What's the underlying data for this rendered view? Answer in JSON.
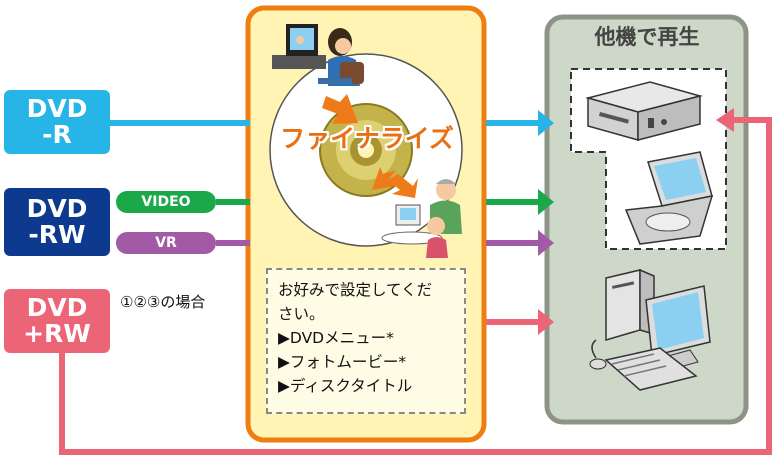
{
  "badges": {
    "dvd_r": {
      "line1": "DVD",
      "line2": "-R"
    },
    "dvd_rw": {
      "line1": "DVD",
      "line2": "-RW"
    },
    "dvd_plus_rw": {
      "line1": "DVD",
      "line2": "+RW"
    }
  },
  "pills": {
    "video": "VIDEO",
    "vr": "VR"
  },
  "note_plus_rw": "①②③の場合",
  "finalize_label": "ファイナライズ",
  "settings": {
    "intro_line1": "お好みで設定してくだ",
    "intro_line2": "さい。",
    "items": [
      "▶DVDメニュー*",
      "▶フォトムービー*",
      "▶ディスクタイトル"
    ]
  },
  "playback_title": "他機で再生",
  "colors": {
    "cyan": "#26b5e6",
    "navy": "#0d3a8e",
    "green": "#1aa84a",
    "purple": "#a35aa6",
    "pink": "#ec6576",
    "orange": "#ee7d12",
    "panel_yellow": "#fff4b3",
    "panel_gray": "#ced8c8"
  },
  "icons": [
    "dvd-recorder-icon",
    "portable-dvd-player-icon",
    "desktop-computer-icon",
    "disc-icon",
    "tv-viewer-icon",
    "family-viewing-icon"
  ]
}
